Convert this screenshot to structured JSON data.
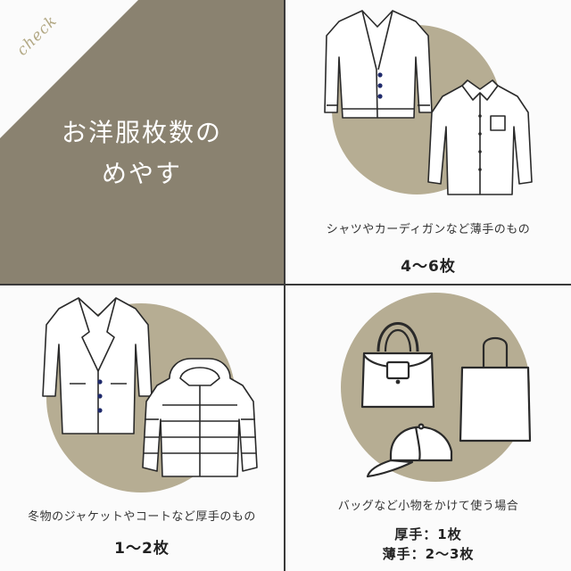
{
  "title": {
    "check": "check",
    "line1": "お洋服枚数の",
    "line2": "めやす"
  },
  "colors": {
    "panel": "#8a8270",
    "blob": "#b6ad93",
    "button": "#1f2a6b"
  },
  "thin_items": {
    "description": "シャツやカーディガンなど薄手のもの",
    "count": "4〜6枚",
    "icons": [
      "cardigan-icon",
      "shirt-icon"
    ]
  },
  "thick_items": {
    "description": "冬物のジャケットやコートなど厚手のもの",
    "count": "1〜2枚",
    "icons": [
      "coat-icon",
      "down-jacket-icon"
    ]
  },
  "accessories": {
    "description": "バッグなど小物をかけて使う場合",
    "count_thick": "厚手：1枚",
    "count_thin": "薄手：2〜3枚",
    "icons": [
      "handbag-icon",
      "tote-bag-icon",
      "cap-icon"
    ]
  }
}
